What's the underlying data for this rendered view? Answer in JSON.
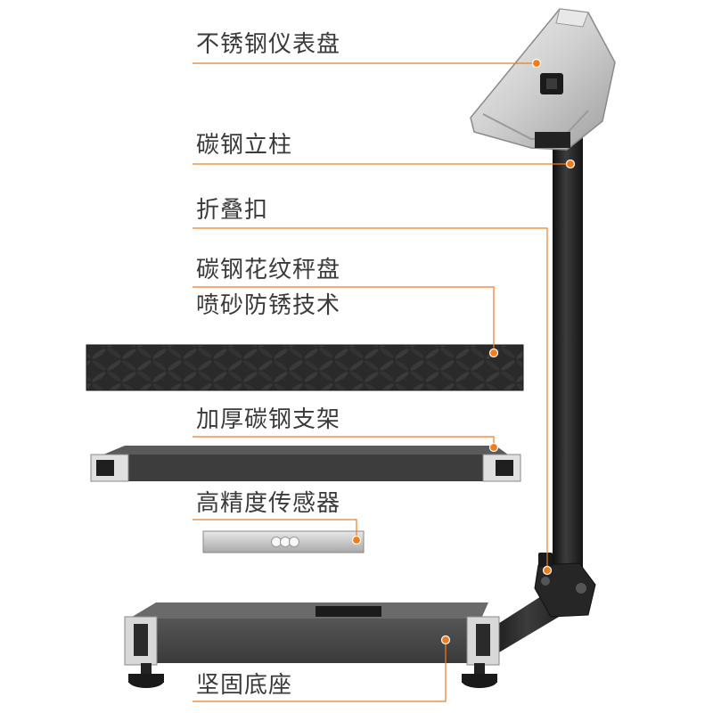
{
  "labels": {
    "dial": "不锈钢仪表盘",
    "column": "碳钢立柱",
    "fold_buckle": "折叠扣",
    "plate_line1": "碳钢花纹秤盘",
    "plate_line2": "喷砂防锈技术",
    "frame": "加厚碳钢支架",
    "sensor": "高精度传感器",
    "base": "坚固底座"
  },
  "colors": {
    "accent": "#f07c1e",
    "text": "#3a3a3a",
    "steel_dark": "#2b2b2b",
    "steel_silver": "#c9c9c9"
  }
}
